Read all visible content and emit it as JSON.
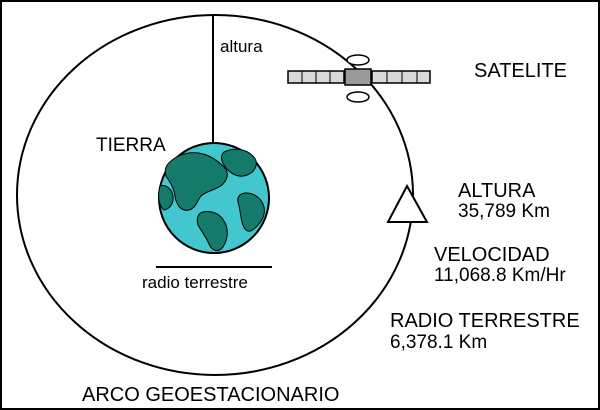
{
  "labels": {
    "altura": "altura",
    "satelite": "SATELITE",
    "tierra": "TIERRA",
    "altura_title": "ALTURA",
    "altura_value": "35,789 Km",
    "velocidad_title": "VELOCIDAD",
    "velocidad_value": "11,068.8 Km/Hr",
    "radio_terrestre": "radio terrestre",
    "radio_title": "RADIO TERRESTRE",
    "radio_value": "6,378.1 Km",
    "arco": "ARCO GEOESTACIONARIO"
  },
  "colors": {
    "ocean": "#42c7cf",
    "land": "#147b6a",
    "line": "#000000",
    "panel": "#d9d9d9",
    "satellite_body": "#9a9a9a"
  },
  "icons": {
    "earth": "earth-globe-icon",
    "satellite": "satellite-icon",
    "direction": "direction-triangle-icon"
  }
}
